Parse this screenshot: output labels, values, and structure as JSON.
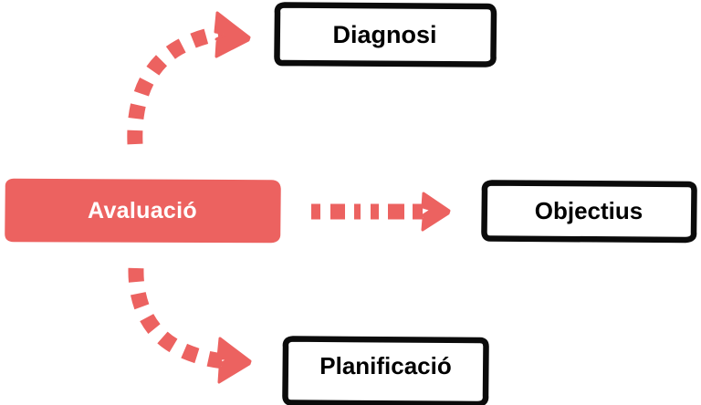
{
  "diagram": {
    "type": "concept-map",
    "background_color": "#ffffff",
    "accent_color": "#ec6260",
    "outline_color": "#000000",
    "source_node": {
      "id": "avaluacio",
      "label": "Avaluació",
      "style": "filled-rounded-rectangle",
      "fill_color": "#ec6260",
      "text_color": "#ffffff"
    },
    "target_nodes": [
      {
        "id": "diagnosi",
        "label": "Diagnosi",
        "style": "hand-drawn-outlined-rectangle",
        "fill_color": "#ffffff",
        "text_color": "#000000",
        "position": "top-right"
      },
      {
        "id": "objectius",
        "label": "Objectius",
        "style": "hand-drawn-outlined-rectangle",
        "fill_color": "#ffffff",
        "text_color": "#000000",
        "position": "middle-right"
      },
      {
        "id": "planificacio",
        "label": "Planificació",
        "style": "hand-drawn-outlined-rectangle",
        "fill_color": "#ffffff",
        "text_color": "#000000",
        "position": "bottom-right"
      }
    ],
    "connectors": [
      {
        "id": "avaluacio-to-diagnosi",
        "from": "avaluacio",
        "to": "diagnosi",
        "shape": "curved-up",
        "style": "dashed",
        "color": "#ec6260",
        "arrowhead": "solid-triangle"
      },
      {
        "id": "avaluacio-to-objectius",
        "from": "avaluacio",
        "to": "objectius",
        "shape": "straight-horizontal",
        "style": "dashed",
        "color": "#ec6260",
        "arrowhead": "solid-triangle"
      },
      {
        "id": "avaluacio-to-planificacio",
        "from": "avaluacio",
        "to": "planificacio",
        "shape": "curved-down",
        "style": "dashed",
        "color": "#ec6260",
        "arrowhead": "solid-triangle"
      }
    ]
  }
}
